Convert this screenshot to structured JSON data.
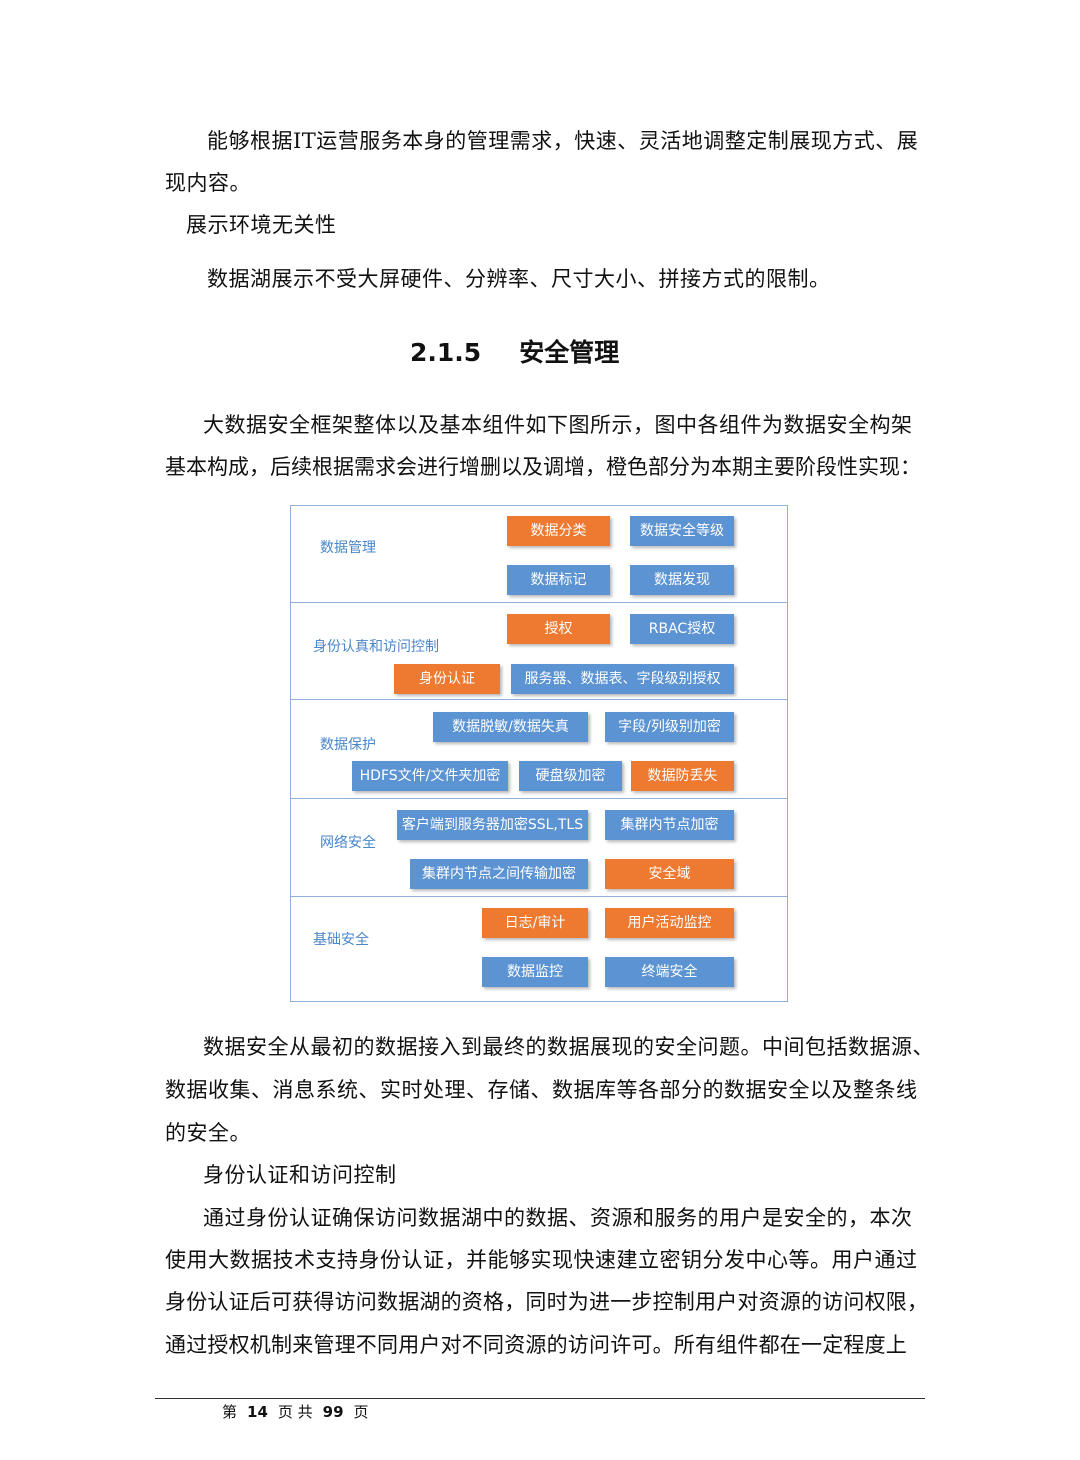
{
  "top_paragraph": {
    "line1": "能够根据IT运营服务本身的管理需求，快速、灵活地调整定制展现方式、展",
    "line2": "现内容。"
  },
  "subheading_display": "展示环境无关性",
  "display_paragraph": "数据湖展示不受大屏硬件、分辨率、尺寸大小、拼接方式的限制。",
  "section": {
    "number": "2.1.5",
    "title": "安全管理"
  },
  "intro_paragraph": {
    "line1": "大数据安全框架整体以及基本组件如下图所示，图中各组件为数据安全构架",
    "line2": "基本构成，后续根据需求会进行增删以及调增，橙色部分为本期主要阶段性实现："
  },
  "diagram": {
    "colors": {
      "implemented": "#ee7a32",
      "planned": "#5b93d3",
      "border": "#8fb1d8",
      "label": "#4a86c8"
    },
    "rows": [
      {
        "label": "数据管理",
        "boxes": [
          {
            "text": "数据分类",
            "status": "orange"
          },
          {
            "text": "数据安全等级",
            "status": "blue"
          },
          {
            "text": "数据标记",
            "status": "blue"
          },
          {
            "text": "数据发现",
            "status": "blue"
          }
        ]
      },
      {
        "label": "身份认真和访问控制",
        "boxes": [
          {
            "text": "授权",
            "status": "orange"
          },
          {
            "text": "RBAC授权",
            "status": "blue"
          },
          {
            "text": "身份认证",
            "status": "orange"
          },
          {
            "text": "服务器、数据表、字段级别授权",
            "status": "blue"
          }
        ]
      },
      {
        "label": "数据保护",
        "boxes": [
          {
            "text": "数据脱敏/数据失真",
            "status": "blue"
          },
          {
            "text": "字段/列级别加密",
            "status": "blue"
          },
          {
            "text": "HDFS文件/文件夹加密",
            "status": "blue"
          },
          {
            "text": "硬盘级加密",
            "status": "blue"
          },
          {
            "text": "数据防丢失",
            "status": "orange"
          }
        ]
      },
      {
        "label": "网络安全",
        "boxes": [
          {
            "text": "客户端到服务器加密SSL,TLS",
            "status": "blue"
          },
          {
            "text": "集群内节点加密",
            "status": "blue"
          },
          {
            "text": "集群内节点之间传输加密",
            "status": "blue"
          },
          {
            "text": "安全域",
            "status": "orange"
          }
        ]
      },
      {
        "label": "基础安全",
        "boxes": [
          {
            "text": "日志/审计",
            "status": "orange"
          },
          {
            "text": "用户活动监控",
            "status": "orange"
          },
          {
            "text": "数据监控",
            "status": "blue"
          },
          {
            "text": "终端安全",
            "status": "blue"
          }
        ]
      }
    ]
  },
  "after_paragraph": {
    "line1": "数据安全从最初的数据接入到最终的数据展现的安全问题。中间包括数据源、",
    "line2": "数据收集、消息系统、实时处理、存储、数据库等各部分的数据安全以及整条线",
    "line3": "的安全。"
  },
  "subheading_auth": "身份认证和访问控制",
  "auth_paragraph": {
    "line1": "通过身份认证确保访问数据湖中的数据、资源和服务的用户是安全的，本次",
    "line2": "使用大数据技术支持身份认证，并能够实现快速建立密钥分发中心等。用户通过",
    "line3": "身份认证后可获得访问数据湖的资格，同时为进一步控制用户对资源的访问权限，",
    "line4": "通过授权机制来管理不同用户对不同资源的访问许可。所有组件都在一定程度上"
  },
  "footer": {
    "prefix": "第",
    "page": "14",
    "middle": "页 共",
    "total": "99",
    "suffix": "页"
  }
}
